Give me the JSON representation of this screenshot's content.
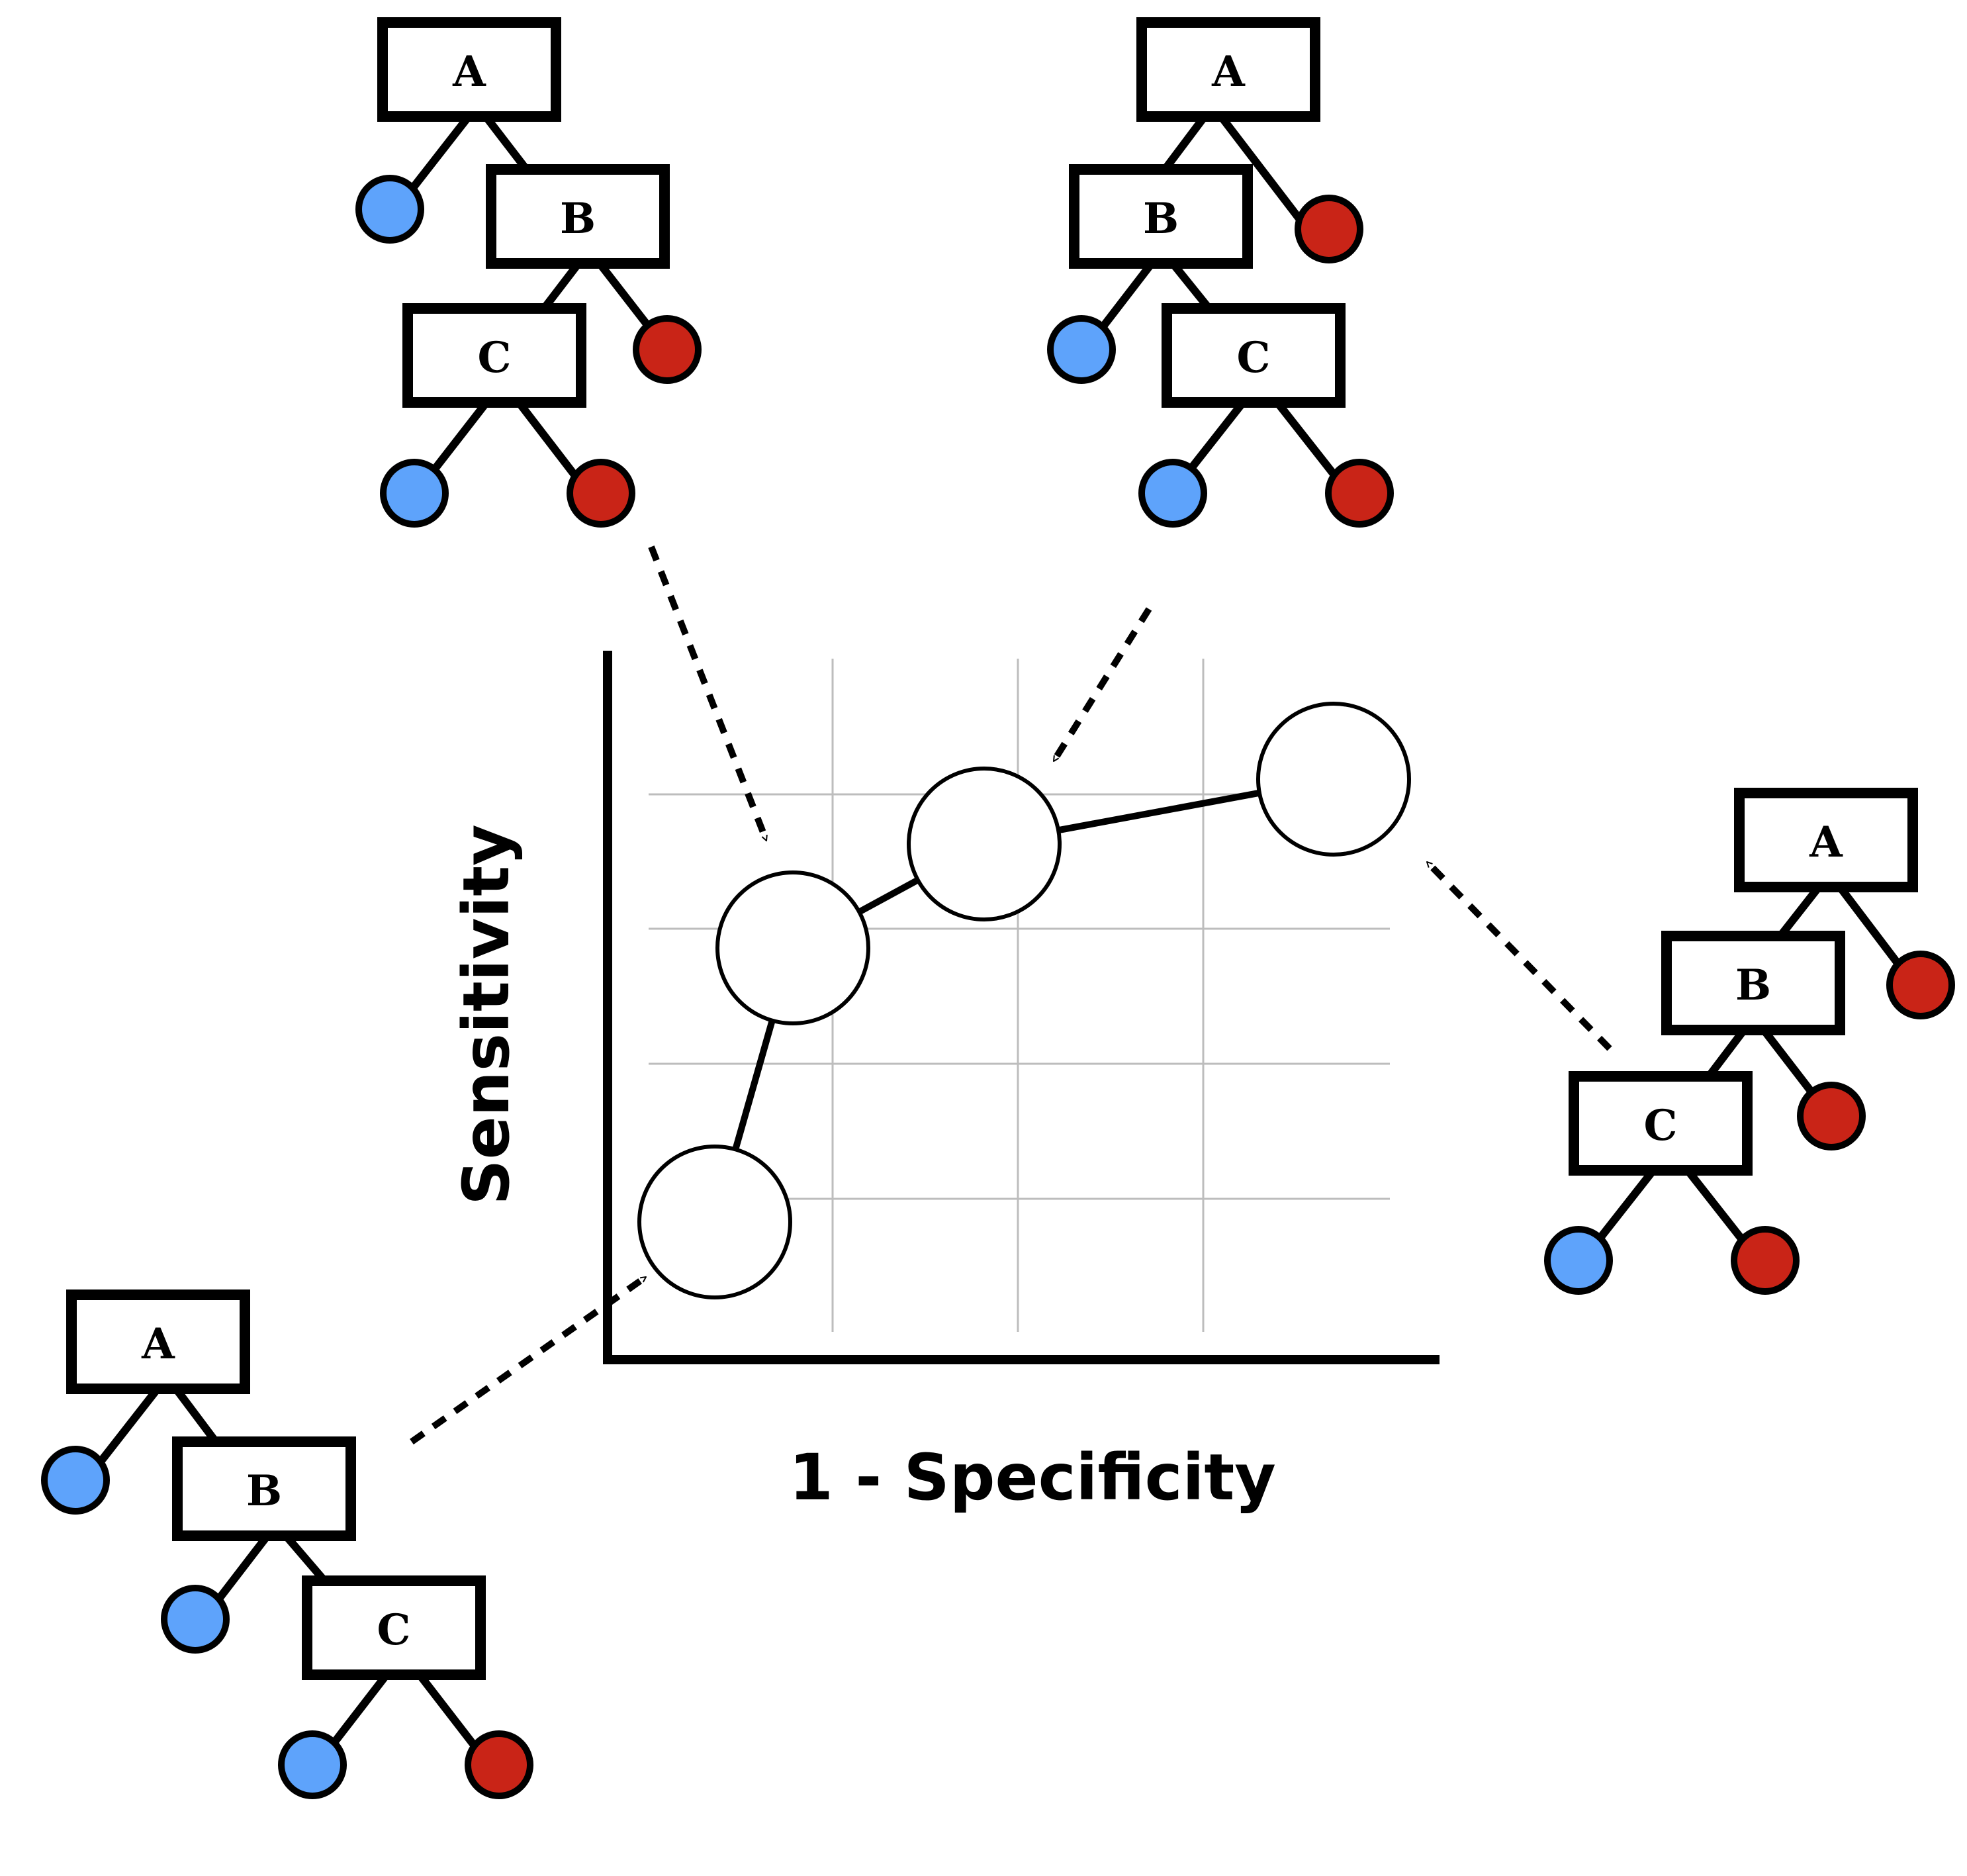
{
  "colors": {
    "ink": "#000000",
    "grid": "#bdbdbd",
    "leaf_blue": "#5ea3fb",
    "leaf_red": "#c92417",
    "roc_point_fill": "#ffffff"
  },
  "axes": {
    "xlabel": "1 - Specificity",
    "ylabel": "Sensitivity"
  },
  "trees": [
    {
      "position": "top-left",
      "nodes": {
        "a": "A",
        "b": "B",
        "c": "C"
      },
      "leaves": {
        "a_side": "blue",
        "b_side": "red",
        "c_left": "blue",
        "c_right": "red"
      },
      "points_to_roc_point": 2
    },
    {
      "position": "top-right",
      "nodes": {
        "a": "A",
        "b": "B",
        "c": "C"
      },
      "leaves": {
        "a_side": "red",
        "b_side": "blue",
        "c_left": "blue",
        "c_right": "red"
      },
      "points_to_roc_point": 3
    },
    {
      "position": "right",
      "nodes": {
        "a": "A",
        "b": "B",
        "c": "C"
      },
      "leaves": {
        "a_side": "red",
        "b_side": "red",
        "c_left": "blue",
        "c_right": "red"
      },
      "points_to_roc_point": 4
    },
    {
      "position": "bottom-left",
      "nodes": {
        "a": "A",
        "b": "B",
        "c": "C"
      },
      "leaves": {
        "a_side": "blue",
        "b_side": "blue",
        "c_left": "blue",
        "c_right": "red"
      },
      "points_to_roc_point": 1
    }
  ],
  "roc_points": [
    {
      "order": 1
    },
    {
      "order": 2
    },
    {
      "order": 3
    },
    {
      "order": 4
    }
  ]
}
